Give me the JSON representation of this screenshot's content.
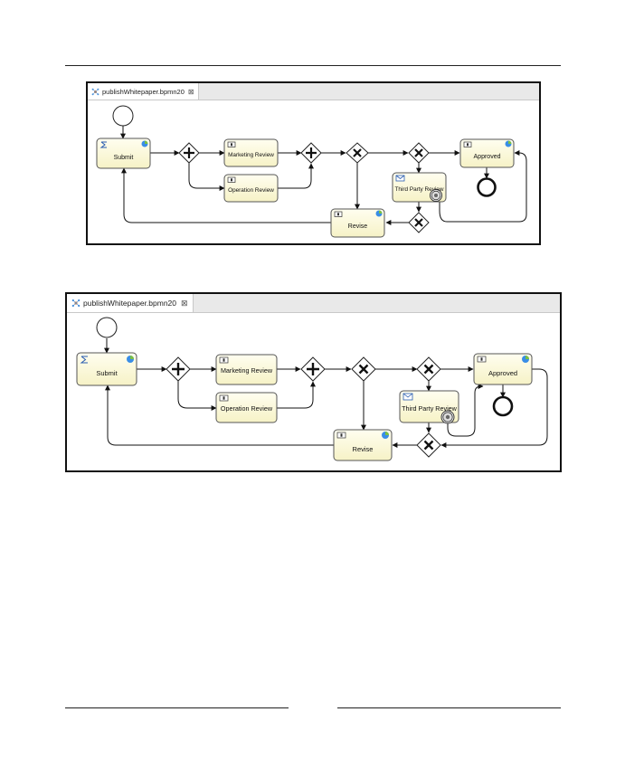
{
  "editor_tab": {
    "label": "publishWhitepaper.bpmn20",
    "close_glyph": "⊠",
    "icon": "bpmn-file-icon"
  },
  "diagram": {
    "tasks": {
      "submit": "Submit",
      "marketing_review": "Marketing Review",
      "operation_review": "Operation Review",
      "third_party_review": "Third Party Review",
      "approved": "Approved",
      "revise": "Revise"
    },
    "task_types": {
      "submit": "script-task-icon",
      "marketing_review": "user-task-icon",
      "operation_review": "user-task-icon",
      "third_party_review": "message-task-icon",
      "approved": "user-task-icon",
      "revise": "user-task-icon"
    },
    "gateways": [
      "parallel-split",
      "parallel-join",
      "exclusive",
      "exclusive",
      "exclusive"
    ],
    "events": [
      "start-event",
      "end-event",
      "boundary-timer-event"
    ]
  },
  "colors": {
    "task_fill": "#fcfad8",
    "task_stroke": "#555555",
    "tabbar": "#e9e9e9"
  }
}
